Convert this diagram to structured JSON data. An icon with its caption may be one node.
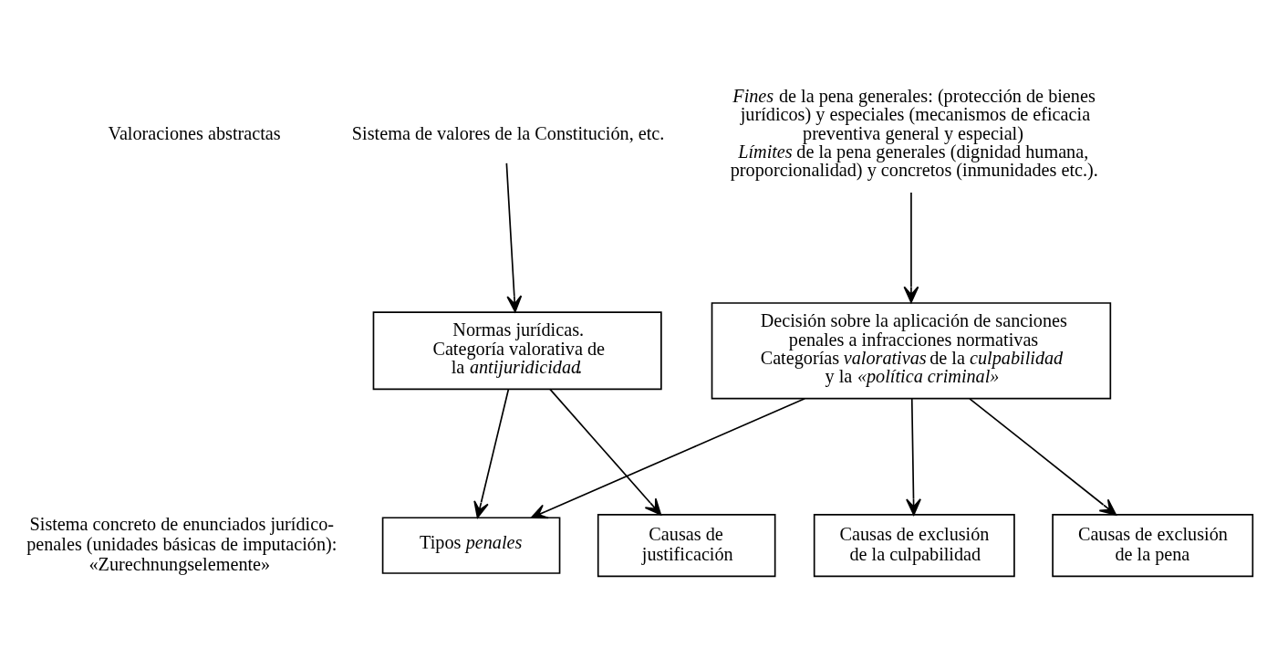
{
  "diagram": {
    "nodes": [
      {
        "text": [
          "Sistema de valores de la Constitución, etc."
        ]
      },
      {
        "text": [
          "*Fines* de la pena generales: (protección de bienes jurídicos) y especiales (mecanismos de eficacia preventiva general y especial)",
          "*Límites* de la pena generales (dignidad humana, proporcionalidad) y concretos (inmunidades etc.)."
        ]
      },
      {
        "text": [
          "Normas jurídicas. Categoría valorativa de la *antijuridicidad*."
        ]
      },
      {
        "text": [
          "Decisión sobre la aplicación de sanciones penales a infracciones normativas",
          "Categorías *valorativas* de la *culpabilidad* y la *«política criminal»*"
        ]
      },
      {
        "text": [
          "Tipos *penales*"
        ]
      },
      {
        "text": [
          "Causas de justificación"
        ]
      },
      {
        "text": [
          "Causas de exclusión de la culpabilidad"
        ]
      },
      {
        "text": [
          "Causas de exclusión de la pena"
        ]
      }
    ],
    "edges": [
      {
        "from": 0,
        "to": 2,
        "arrow": "to"
      },
      {
        "from": 1,
        "to": 3,
        "arrow": "to"
      },
      {
        "from": 2,
        "to": 4,
        "arrow": "to"
      },
      {
        "from": 2,
        "to": 5,
        "arrow": "to"
      },
      {
        "from": 3,
        "to": 4,
        "arrow": "to"
      },
      {
        "from": 3,
        "to": 6,
        "arrow": "to"
      },
      {
        "from": 3,
        "to": 7,
        "arrow": "to"
      }
    ],
    "labels": [
      "Valoraciones abstractas",
      "Sistema concreto de enunciados jurídico-penales (unidades básicas de imputación): «Zurechnungselemente»"
    ]
  }
}
